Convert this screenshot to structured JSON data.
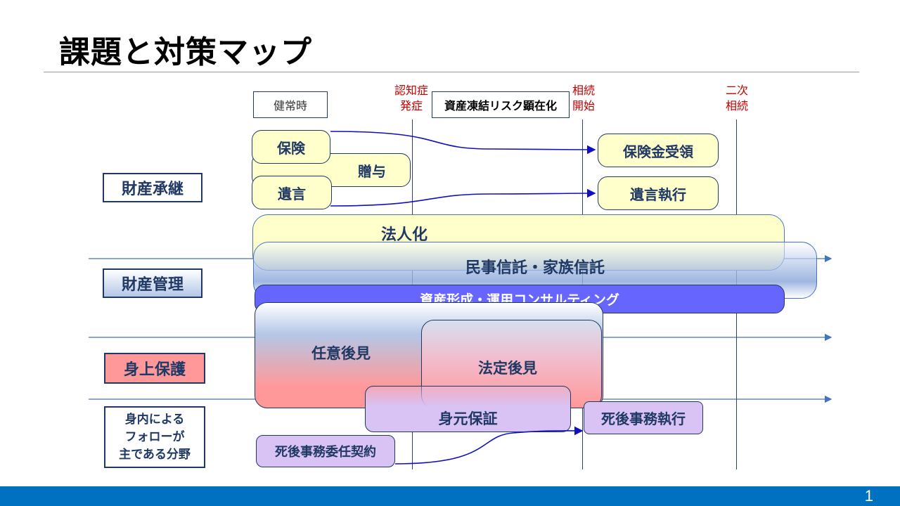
{
  "title": "課題と対策マップ",
  "page_number": "1",
  "timeline": {
    "healthy": "健常時",
    "dementia": "認知症\n発症",
    "freeze_risk": "資産凍結リスク顕在化",
    "inheritance": "相続\n開始",
    "second": "二次\n相続"
  },
  "categories": {
    "succession": "財産承継",
    "management": "財産管理",
    "personal": "身上保護",
    "family": "身内による\nフォローが\n主である分野"
  },
  "items": {
    "insurance": "保険",
    "gift": "贈与",
    "will": "遺言",
    "insurance_receive": "保険金受領",
    "will_execute": "遺言執行",
    "incorporation": "法人化",
    "trust": "民事信託・家族信託",
    "consulting": "資産形成・運用コンサルティング",
    "voluntary_guardian": "任意後見",
    "legal_guardian": "法定後見",
    "identity_guarantee": "身元保証",
    "posthumous_execute": "死後事務執行",
    "posthumous_contract": "死後事務委任契約"
  },
  "colors": {
    "navy": "#1F3864",
    "red_label": "#C00000",
    "footer_blue": "#0070C0",
    "yellow": "#FFFFCC",
    "consulting_blue": "#6666FF",
    "pink": "#FF9999",
    "lavender": "#D9C3F5"
  }
}
